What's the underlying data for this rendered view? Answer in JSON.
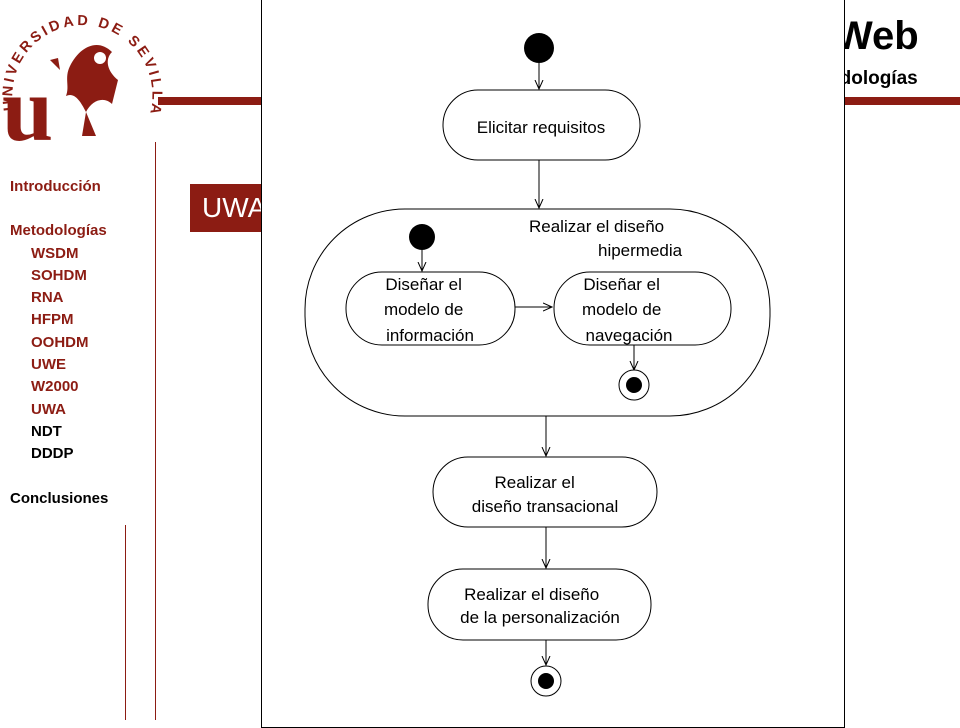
{
  "header": {
    "title": "Web",
    "subtitle": "odologías",
    "section_tab": "UWA"
  },
  "logo": {
    "text": "UNIVERSIDAD DE SEVILLA",
    "monogram": "u"
  },
  "sidebar": {
    "introduccion": "Introducción",
    "metodologias": "Metodologías",
    "items": [
      "WSDM",
      "SOHDM",
      "RNA",
      "HFPM",
      "OOHDM",
      "UWE",
      "W2000",
      "UWA",
      "NDT",
      "DDDP"
    ],
    "conclusiones": "Conclusiones"
  },
  "colors": {
    "accent": "#8c1c13",
    "text": "#000000",
    "background": "#ffffff"
  },
  "diagram": {
    "activities": {
      "elicitar": [
        "Elicitar requisitos"
      ],
      "hipermedia_title": [
        "Realizar el diseño",
        "hipermedia"
      ],
      "informacion": [
        "Diseñar el",
        "modelo de",
        "información"
      ],
      "navegacion": [
        "Diseñar el",
        "modelo de",
        "navegación"
      ],
      "transacional": [
        "Realizar el",
        "diseño transacional"
      ],
      "personalizacion": [
        "Realizar el diseño",
        "de la personalización"
      ]
    }
  }
}
